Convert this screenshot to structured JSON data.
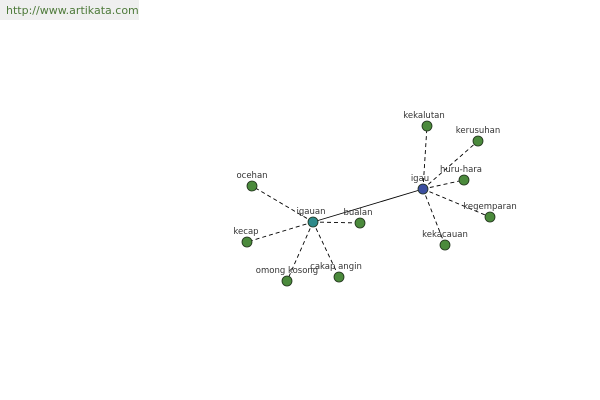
{
  "header": {
    "url": "http://www.artikata.com"
  },
  "graph": {
    "colors": {
      "leaf": "#4b8a3c",
      "hub_primary": "#3c4fa0",
      "hub_secondary": "#2e8a8a",
      "edge": "#000000",
      "link_text": "#4e7a3a"
    },
    "nodes": [
      {
        "id": "igau",
        "label": "igau",
        "kind": "hub_primary"
      },
      {
        "id": "igauan",
        "label": "igauan",
        "kind": "hub_secondary"
      },
      {
        "id": "kekalutan",
        "label": "kekalutan",
        "kind": "leaf"
      },
      {
        "id": "kerusuhan",
        "label": "kerusuhan",
        "kind": "leaf"
      },
      {
        "id": "huru-hara",
        "label": "huru-hara",
        "kind": "leaf"
      },
      {
        "id": "kegemparan",
        "label": "kegemparan",
        "kind": "leaf"
      },
      {
        "id": "kekacauan",
        "label": "kekacauan",
        "kind": "leaf"
      },
      {
        "id": "ocehan",
        "label": "ocehan",
        "kind": "leaf"
      },
      {
        "id": "bualan",
        "label": "bualan",
        "kind": "leaf"
      },
      {
        "id": "kecap",
        "label": "kecap",
        "kind": "leaf"
      },
      {
        "id": "omong-kosong",
        "label": "omong kosong",
        "kind": "leaf"
      },
      {
        "id": "cakap-angin",
        "label": "cakap angin",
        "kind": "leaf"
      }
    ],
    "edges": [
      {
        "from": "igau",
        "to": "igauan",
        "style": "solid"
      },
      {
        "from": "igau",
        "to": "kekalutan",
        "style": "dashed"
      },
      {
        "from": "igau",
        "to": "kerusuhan",
        "style": "dashed"
      },
      {
        "from": "igau",
        "to": "huru-hara",
        "style": "dashed"
      },
      {
        "from": "igau",
        "to": "kegemparan",
        "style": "dashed"
      },
      {
        "from": "igau",
        "to": "kekacauan",
        "style": "dashed"
      },
      {
        "from": "igauan",
        "to": "ocehan",
        "style": "dashed"
      },
      {
        "from": "igauan",
        "to": "bualan",
        "style": "dashed"
      },
      {
        "from": "igauan",
        "to": "kecap",
        "style": "dashed"
      },
      {
        "from": "igauan",
        "to": "omong-kosong",
        "style": "dashed"
      },
      {
        "from": "igauan",
        "to": "cakap-angin",
        "style": "dashed"
      }
    ]
  }
}
